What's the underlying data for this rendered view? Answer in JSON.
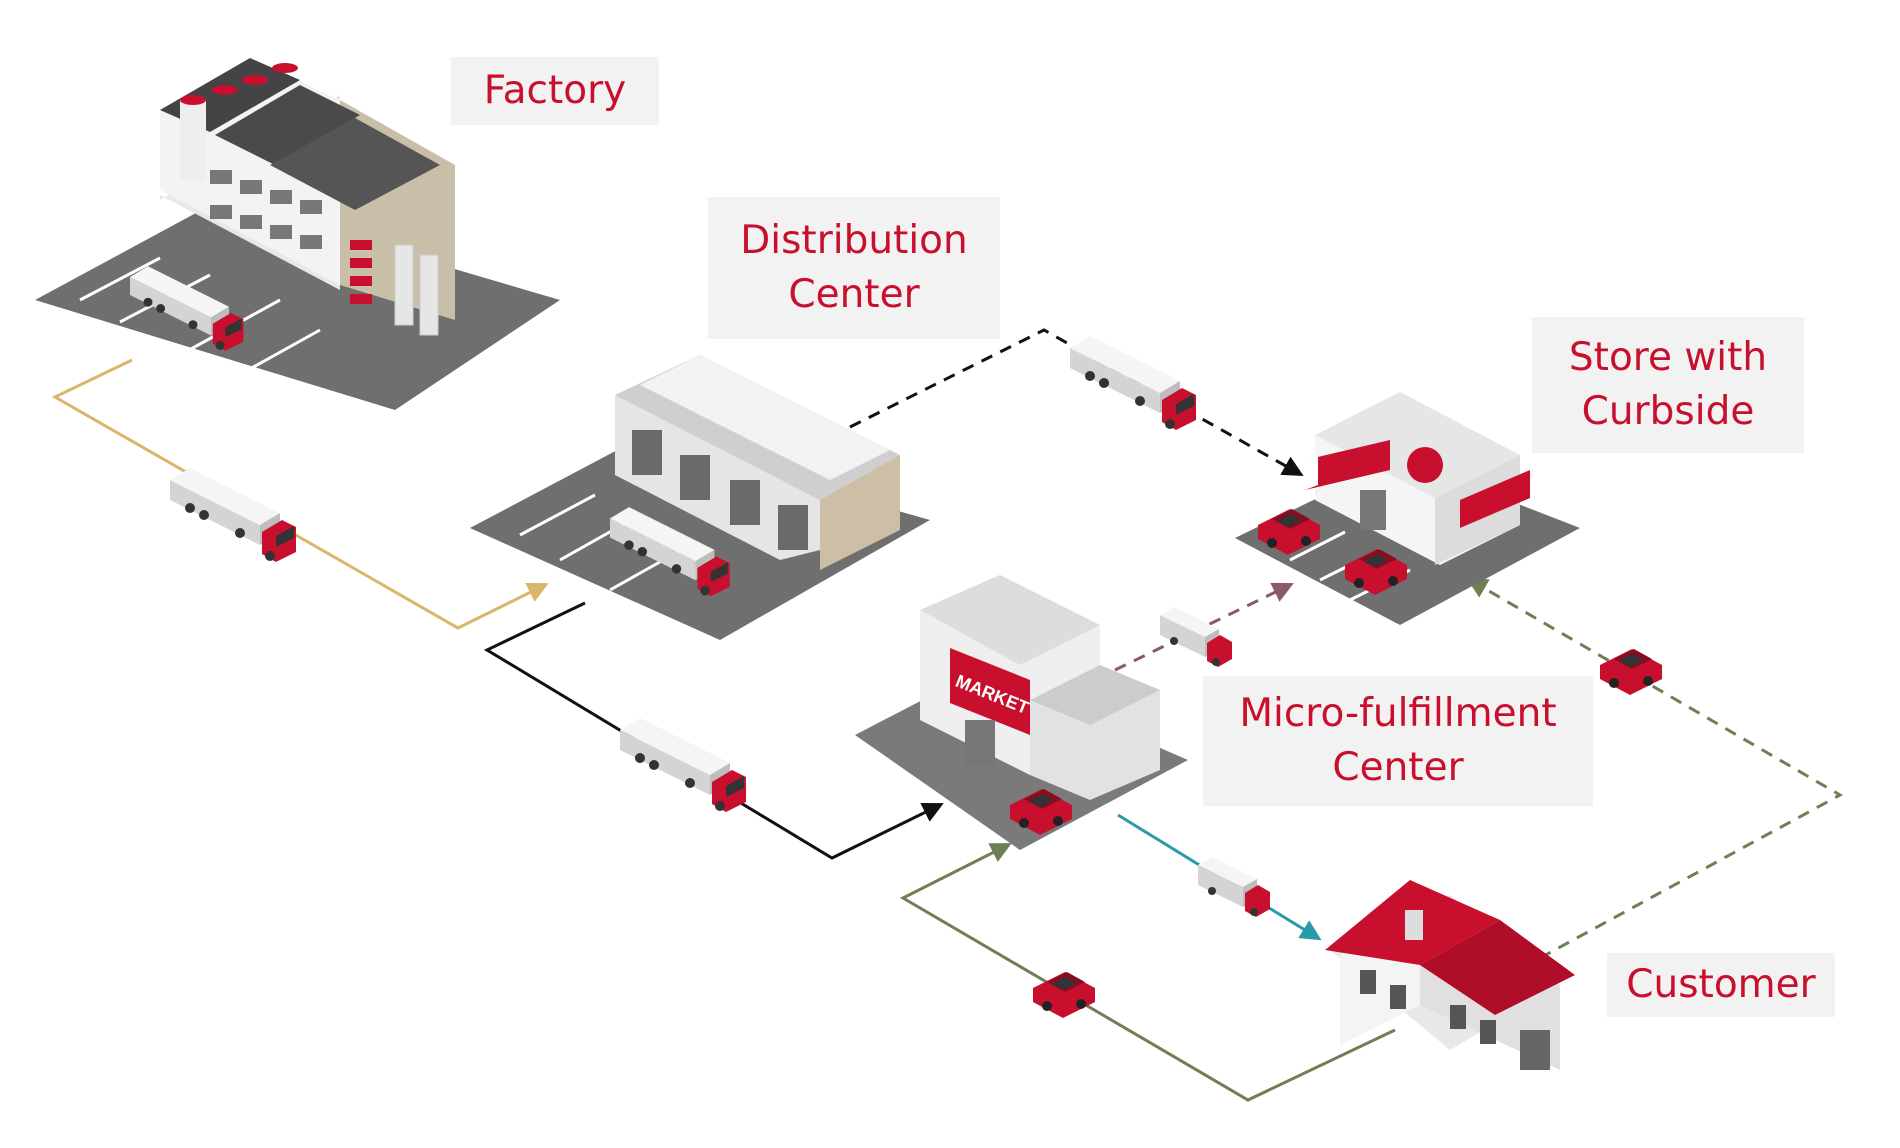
{
  "nodes": {
    "factory": {
      "label": "Factory"
    },
    "distribution_center": {
      "line1": "Distribution",
      "line2": "Center"
    },
    "store": {
      "line1": "Store with",
      "line2": "Curbside"
    },
    "micro_fulfillment": {
      "line1": "Micro-fulfillment",
      "line2": "Center"
    },
    "customer": {
      "label": "Customer"
    }
  },
  "market_sign": "MARKET",
  "colors": {
    "brand_red": "#c8102e",
    "label_bg": "#f2f2f2",
    "route_factory_dc": "#d9b66a",
    "route_dc_mfc": "#111111",
    "route_dc_store": "#111111",
    "route_mfc_store": "#8a5a6a",
    "route_mfc_customer": "#2a9aa8",
    "route_customer_mfc": "#6f7f55",
    "route_customer_store": "#6f7f55"
  },
  "icons": [
    "factory-building",
    "warehouse-building",
    "store-building",
    "market-building",
    "house-building",
    "semi-truck",
    "box-truck",
    "car"
  ]
}
